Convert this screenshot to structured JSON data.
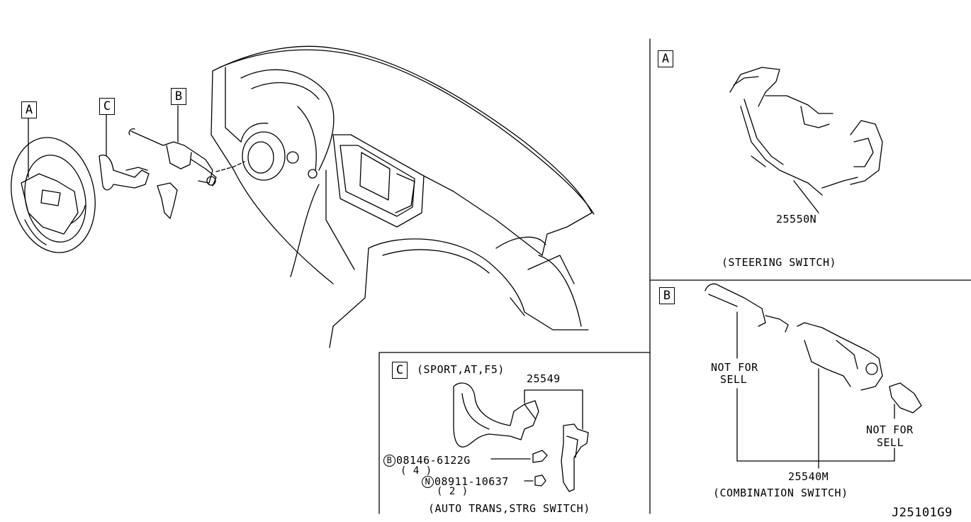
{
  "ref_boxes": {
    "a": "A",
    "b": "B",
    "c": "C"
  },
  "overview": {
    "box_a": "A",
    "box_b": "B",
    "box_c": "C"
  },
  "panel_a": {
    "box": "A",
    "part_number": "25550N",
    "caption": "(STEERING SWITCH)"
  },
  "panel_b": {
    "box": "B",
    "not_for_sell_left_1": "NOT FOR",
    "not_for_sell_left_2": "SELL",
    "not_for_sell_right_1": "NOT FOR",
    "not_for_sell_right_2": "SELL",
    "part_number": "25540M",
    "caption": "(COMBINATION SWITCH)"
  },
  "panel_c": {
    "box": "C",
    "variant": "(SPORT,AT,F5)",
    "part_number": "25549",
    "bolt_symbol": "B",
    "bolt_part": "08146-6122G",
    "bolt_qty": "( 4 )",
    "nut_symbol": "N",
    "nut_part": "08911-10637",
    "nut_qty": "( 2 )",
    "caption": "(AUTO TRANS,STRG SWITCH)"
  },
  "diagram_id": "J25101G9"
}
